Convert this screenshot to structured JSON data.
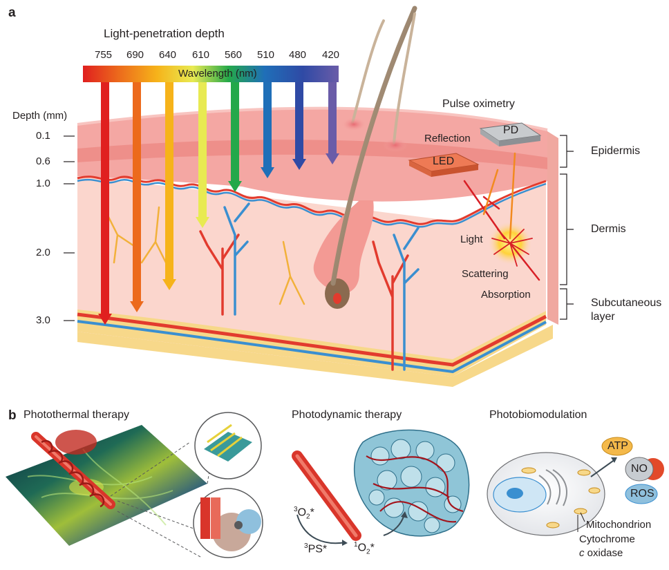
{
  "figure": {
    "panel_a_letter": "a",
    "panel_b_letter": "b"
  },
  "panel_a": {
    "light_penetration_title": "Light-penetration depth",
    "wavelength_label": "Wavelength (nm)",
    "wavelengths": [
      {
        "label": "755",
        "color": "#e0201f"
      },
      {
        "label": "690",
        "color": "#ec6a1c"
      },
      {
        "label": "640",
        "color": "#f6b31a"
      },
      {
        "label": "610",
        "color": "#e8ea52"
      },
      {
        "label": "560",
        "color": "#24a84a"
      },
      {
        "label": "510",
        "color": "#1f6fb8"
      },
      {
        "label": "480",
        "color": "#2f4aa5"
      },
      {
        "label": "420",
        "color": "#6a5ca8"
      }
    ],
    "depth_axis_title": "Depth (mm)",
    "depth_ticks": [
      "0.1",
      "0.6",
      "1.0",
      "2.0",
      "3.0"
    ],
    "layers": {
      "epidermis": "Epidermis",
      "dermis": "Dermis",
      "subcutaneous_line1": "Subcutaneous",
      "subcutaneous_line2": "layer"
    },
    "oximetry": {
      "title": "Pulse oximetry",
      "pd_label": "PD",
      "led_label": "LED",
      "reflection": "Reflection",
      "light": "Light",
      "scattering": "Scattering",
      "absorption": "Absorption"
    },
    "colors": {
      "epidermis_top": "#f4a7a3",
      "dermis": "#fbd6cd",
      "fat": "#f7d88a",
      "artery": "#e23b2e",
      "vein": "#3a8fd0",
      "nerve": "#f2b13a"
    }
  },
  "panel_b": {
    "photothermal_title": "Photothermal therapy",
    "photodynamic_title": "Photodynamic therapy",
    "photobiomodulation_title": "Photobiomodulation",
    "pdt_labels": {
      "o2_triplet_sup": "3",
      "o2_triplet_main": "O",
      "o2_triplet_sub": "2",
      "o2_triplet_star": "*",
      "ps_sup": "3",
      "ps_main": "PS*",
      "o2_singlet_sup": "1",
      "o2_singlet_main": "O",
      "o2_singlet_sub": "2",
      "o2_singlet_star": "*"
    },
    "pbm_labels": {
      "atp": "ATP",
      "no": "NO",
      "ros": "ROS",
      "mitochondrion": "Mitochondrion",
      "cyto_line1": "Cytochrome",
      "cyto_line2_italic": "c",
      "cyto_line2_rest": " oxidase"
    }
  }
}
